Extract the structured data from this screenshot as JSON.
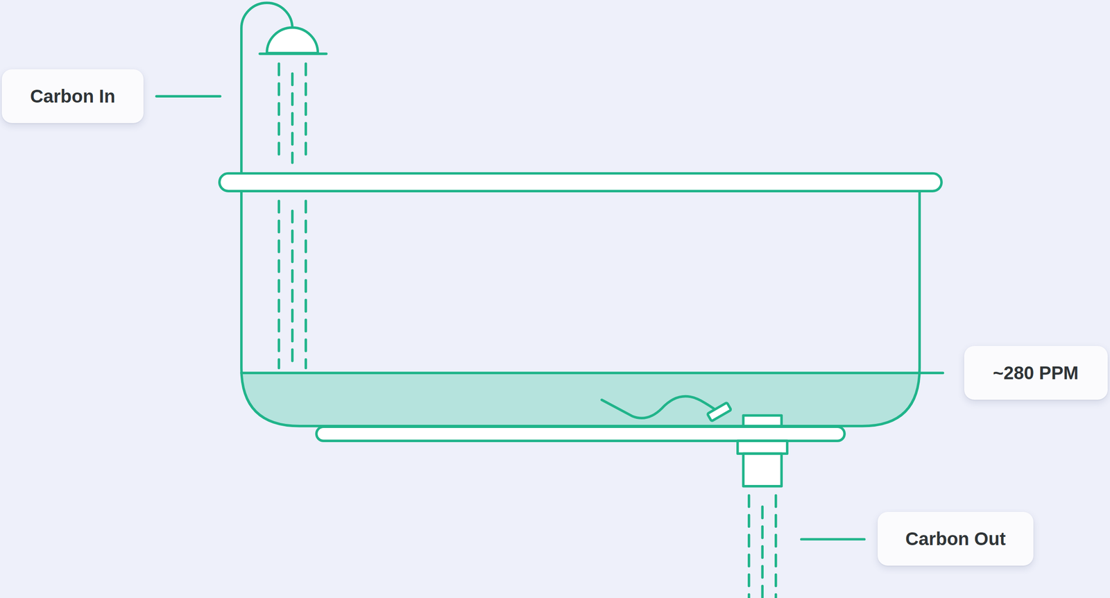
{
  "diagram": {
    "nodes": [
      {
        "text": [
          "Carbon In"
        ]
      },
      {
        "text": [
          "~280 PPM"
        ]
      },
      {
        "text": [
          "Carbon Out"
        ]
      }
    ]
  }
}
